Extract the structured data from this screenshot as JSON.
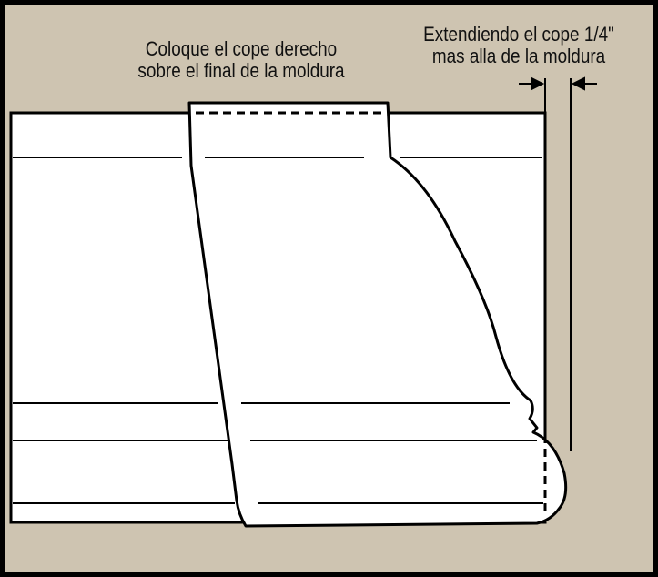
{
  "labels": {
    "left_line1": "Coloque el cope derecho",
    "left_line2": "sobre el final de la moldura",
    "right_line1": "Extendiendo el cope 1/4\"",
    "right_line2": "mas alla de la moldura"
  },
  "colors": {
    "wall": "#cec4b1",
    "molding": "#ffffff",
    "outline": "#000000"
  }
}
